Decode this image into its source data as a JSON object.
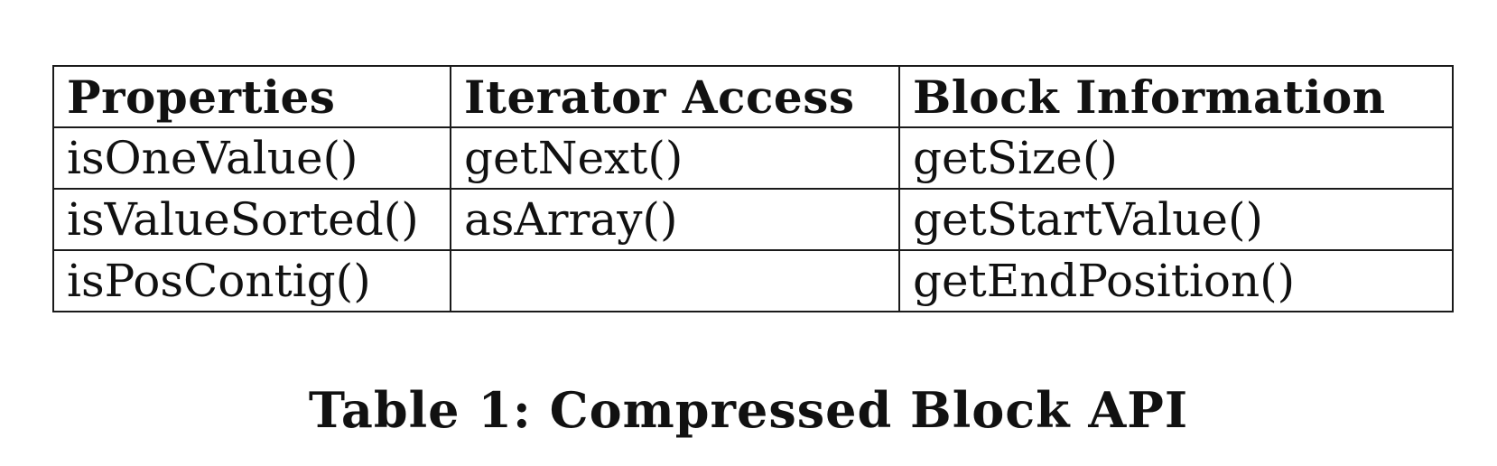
{
  "table": {
    "headers": [
      "Properties",
      "Iterator Access",
      "Block Information"
    ],
    "rows": [
      [
        "isOneValue()",
        "getNext()",
        "getSize()"
      ],
      [
        "isValueSorted()",
        "asArray()",
        "getStartValue()"
      ],
      [
        "isPosContig()",
        "",
        "getEndPosition()"
      ]
    ]
  },
  "caption": "Table 1: Compressed Block API"
}
